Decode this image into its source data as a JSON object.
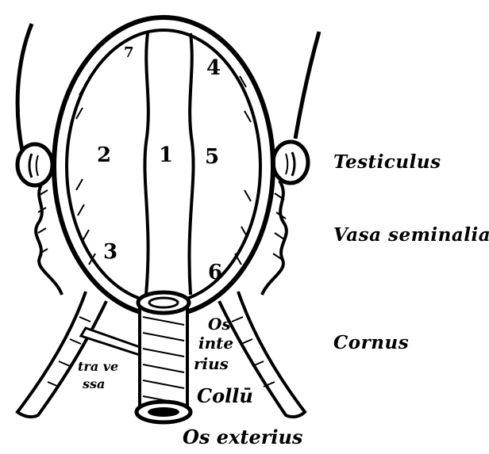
{
  "side_labels": {
    "testiculus": "Testiculus",
    "vasa_seminalia": "Vasa seminalia",
    "cornus": "Cornus"
  },
  "inner_labels": {
    "os_interius_1": "Os",
    "os_interius_2": "inte",
    "os_interius_3": "rius",
    "collum": "Collū",
    "os_exterius": "Os exterius",
    "transversa_1": "tra ve",
    "transversa_2": "ssa"
  },
  "cell_numbers": [
    "1",
    "2",
    "3",
    "4",
    "5",
    "6",
    "7"
  ]
}
